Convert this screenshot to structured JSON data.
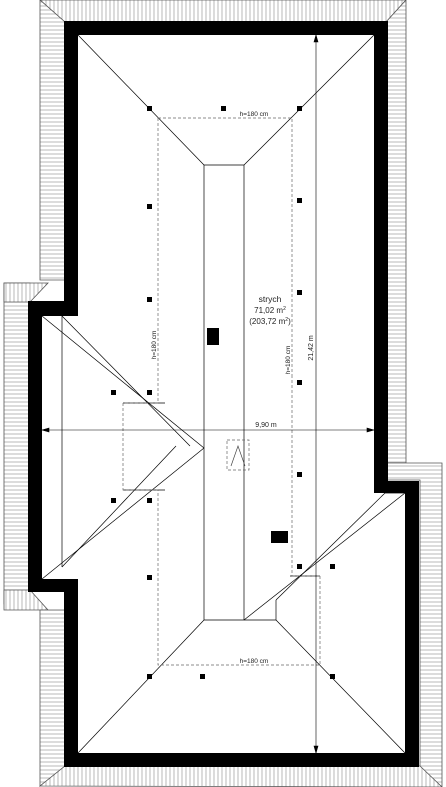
{
  "room": {
    "name": "strych",
    "area_net": "71,02 m",
    "area_gross": "(203,72 m",
    "area_unit_sup": "2",
    "area_gross_close": ")"
  },
  "dimensions": {
    "width": "9,90 m",
    "length": "21,42 m"
  },
  "height_marks": {
    "top": "h=180 cm",
    "bottom": "h=180 cm",
    "left": "h=180 cm",
    "right": "h=180 cm"
  },
  "colors": {
    "wall": "#000000",
    "line": "#000000",
    "dashed": "#666666",
    "background": "#ffffff"
  }
}
